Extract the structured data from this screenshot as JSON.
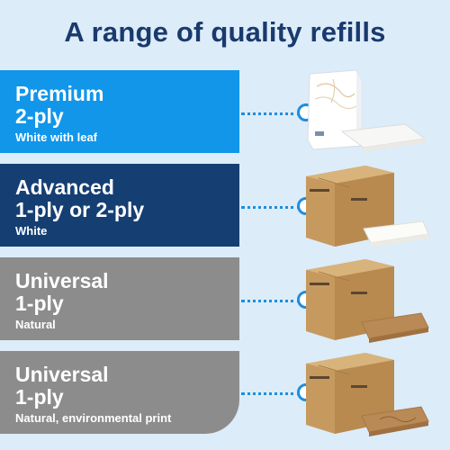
{
  "header": {
    "title": "A range of quality refills"
  },
  "tiers": [
    {
      "name": "Premium",
      "ply": "2-ply",
      "detail": "White with leaf",
      "color": "#1196ea",
      "product_icon": "white-napkin-pack-icon"
    },
    {
      "name": "Advanced",
      "ply": "1-ply or 2-ply",
      "detail": "White",
      "color": "#153f73",
      "product_icon": "brown-box-white-napkins-icon"
    },
    {
      "name": "Universal",
      "ply": "1-ply",
      "detail": "Natural",
      "color": "#8c8c8c",
      "product_icon": "brown-box-natural-napkins-icon"
    },
    {
      "name": "Universal",
      "ply": "1-ply",
      "detail": "Natural, environmental print",
      "color": "#8c8c8c",
      "product_icon": "brown-box-printed-napkins-icon"
    }
  ],
  "connector_color": "#1e8ede"
}
